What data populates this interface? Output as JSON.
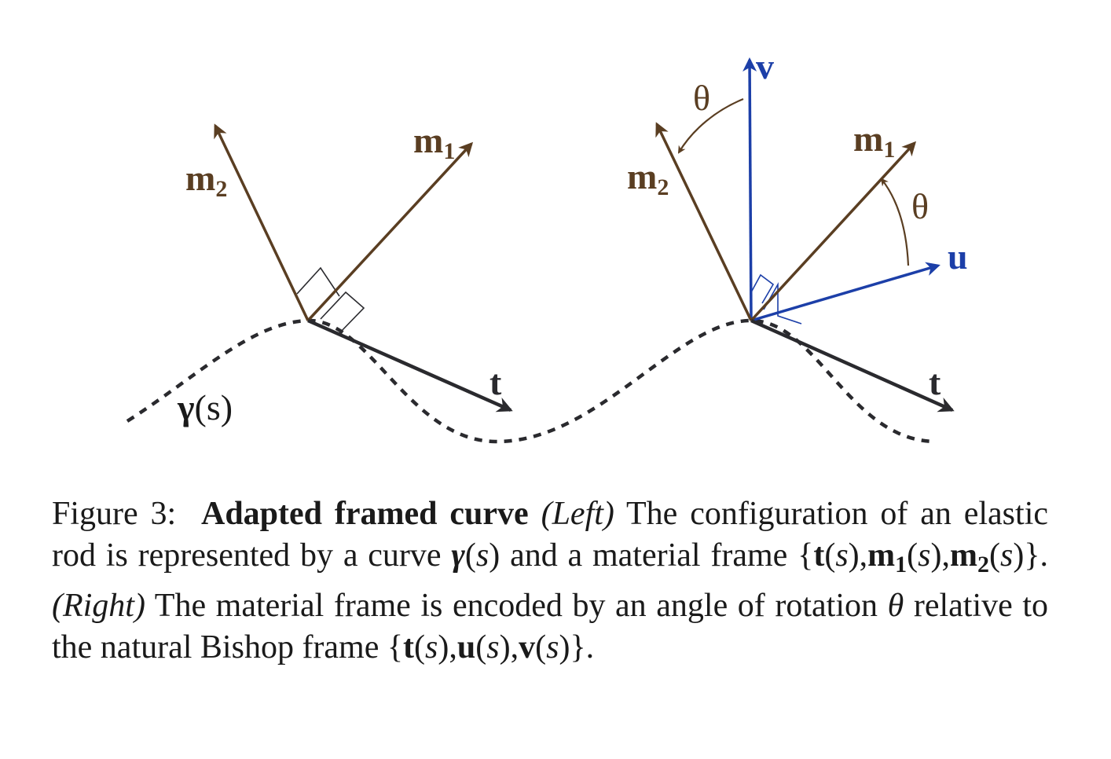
{
  "figure": {
    "colors": {
      "material": "#5a3e22",
      "bishop": "#1c3fa8",
      "tangent": "#2a2a2e",
      "curve": "#2a2a2e",
      "ink": "#1a1a1a"
    },
    "left": {
      "m2_label": "m",
      "m2_sub": "2",
      "m1_label": "m",
      "m1_sub": "1",
      "t_label": "t",
      "curve_label_symbol": "γ",
      "curve_label_arg": "(s)"
    },
    "right": {
      "v_label": "v",
      "u_label": "u",
      "m2_label": "m",
      "m2_sub": "2",
      "m1_label": "m",
      "m1_sub": "1",
      "t_label": "t",
      "theta_top": "θ",
      "theta_right": "θ"
    }
  },
  "caption": {
    "figure_number": "Figure 3:",
    "title": "Adapted framed curve",
    "left_tag": "(Left)",
    "left_text_1": "The configuration of an elastic rod is represented by a curve",
    "gamma": "γ",
    "s": "s",
    "left_text_2": "and a material frame",
    "t": "t",
    "m": "m",
    "one": "1",
    "two": "2",
    "right_tag": "(Right)",
    "right_text_1": "The material frame is encoded by an angle of rotation",
    "theta": "θ",
    "right_text_2": "relative to the natural Bishop frame",
    "u": "u",
    "v": "v"
  }
}
